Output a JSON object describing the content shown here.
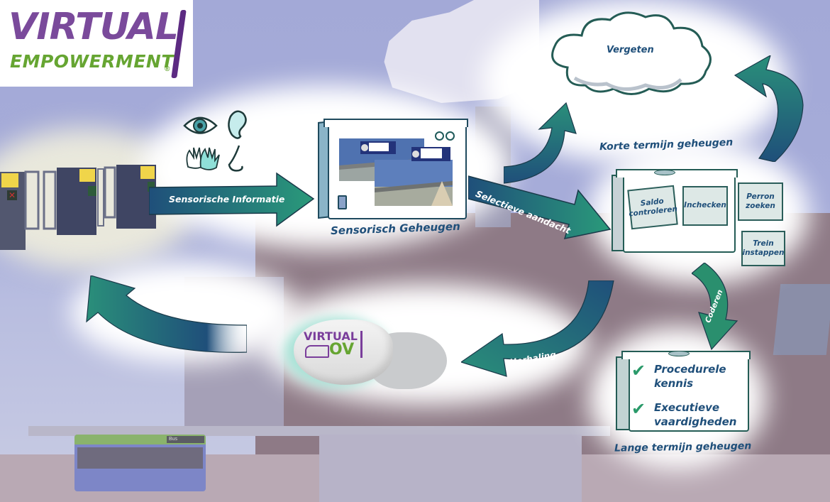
{
  "logo": {
    "line1": "VIRTUAL",
    "line2": "EMPOWERMENT",
    "registered": "®",
    "colors": {
      "purple": "#7a4a9b",
      "green": "#66a532",
      "bar": "#5c2a82"
    }
  },
  "senses": {
    "icons": [
      "eye-icon",
      "ear-icon",
      "hands-icon",
      "nose-icon"
    ]
  },
  "stages": {
    "sensory_input": {
      "arrow_label": "Sensorische Informatie"
    },
    "sensory_memory": {
      "label": "Sensorisch Geheugen"
    },
    "selective_attention": {
      "arrow_label": "Selectieve aandacht"
    },
    "forgetting": {
      "label": "Vergeten"
    },
    "short_term": {
      "label": "Korte termijn geheugen",
      "notes": [
        "Saldo controleren",
        "Inchecken",
        "Perron zoeken",
        "Trein instappen"
      ]
    },
    "encoding": {
      "arrow_label": "Coderen"
    },
    "long_term": {
      "label": "Lange termijn geheugen",
      "items": [
        "Procedurele kennis",
        "Executieve vaardigheden"
      ]
    },
    "rehearsal": {
      "arrow_label": "Herhaling"
    }
  },
  "vr_headset": {
    "brand_line1": "VIRTUAL",
    "brand_line2": "OV"
  },
  "background": {
    "bus_sign": "Bus"
  },
  "colors": {
    "arrow_teal": "#2a8f7a",
    "arrow_blue": "#1f4f7a",
    "text_blue": "#1f4f7a",
    "sky": "#a3a9d7",
    "building": "#8e7a86",
    "check_green": "#2a9a6a"
  }
}
